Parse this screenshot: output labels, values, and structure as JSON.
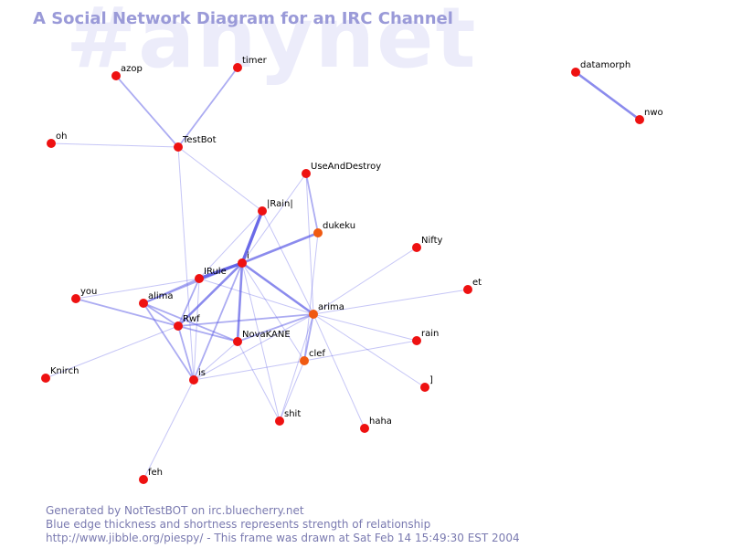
{
  "title": "A Social Network Diagram for an IRC Channel",
  "watermark": "#anynet",
  "footer": {
    "line1": "Generated by NotTestBOT on irc.bluecherry.net",
    "line2": "Blue edge thickness and shortness represents strength of relationship",
    "line3": "http://www.jibble.org/piespy/ - This frame was drawn at Sat Feb 14 15:49:30 EST 2004"
  },
  "colors": {
    "background": "#ffffff",
    "title": "#9a9ad8",
    "watermark": "#ececfa",
    "footer": "#7a7ab0",
    "edge": "#5a5ae6",
    "node": "#ee1111",
    "node_active": "#f05a12"
  },
  "nodes": [
    {
      "id": "azop",
      "label": "azop"
    },
    {
      "id": "timer",
      "label": "timer"
    },
    {
      "id": "oh",
      "label": "oh"
    },
    {
      "id": "TestBot",
      "label": "TestBot"
    },
    {
      "id": "datamorph",
      "label": "datamorph"
    },
    {
      "id": "nwo",
      "label": "nwo"
    },
    {
      "id": "UseAndDestroy",
      "label": "UseAndDestroy"
    },
    {
      "id": "Rain",
      "label": "|Rain|"
    },
    {
      "id": "dukeku",
      "label": "dukeku",
      "active": true
    },
    {
      "id": "Nifty",
      "label": "Nifty"
    },
    {
      "id": "i",
      "label": "i"
    },
    {
      "id": "IRule",
      "label": "IRule"
    },
    {
      "id": "you",
      "label": "you"
    },
    {
      "id": "alima",
      "label": "alima"
    },
    {
      "id": "et",
      "label": "et"
    },
    {
      "id": "arima",
      "label": "arima",
      "active": true
    },
    {
      "id": "Rwf",
      "label": "Rwf"
    },
    {
      "id": "NovaKANE",
      "label": "NovaKANE"
    },
    {
      "id": "rain",
      "label": "rain"
    },
    {
      "id": "clef",
      "label": "clef",
      "active": true
    },
    {
      "id": "Knirch",
      "label": "Knirch"
    },
    {
      "id": "is",
      "label": "is"
    },
    {
      "id": "bracket",
      "label": "]"
    },
    {
      "id": "shit",
      "label": "shit"
    },
    {
      "id": "haha",
      "label": "haha"
    },
    {
      "id": "feh",
      "label": "feh"
    }
  ],
  "edges": [
    {
      "from": "azop",
      "to": "TestBot",
      "strength": 2
    },
    {
      "from": "timer",
      "to": "TestBot",
      "strength": 2
    },
    {
      "from": "oh",
      "to": "TestBot",
      "strength": 1
    },
    {
      "from": "TestBot",
      "to": "Rain",
      "strength": 1
    },
    {
      "from": "TestBot",
      "to": "is",
      "strength": 1
    },
    {
      "from": "datamorph",
      "to": "nwo",
      "strength": 3
    },
    {
      "from": "UseAndDestroy",
      "to": "dukeku",
      "strength": 2
    },
    {
      "from": "UseAndDestroy",
      "to": "i",
      "strength": 1
    },
    {
      "from": "UseAndDestroy",
      "to": "arima",
      "strength": 1
    },
    {
      "from": "Rain",
      "to": "i",
      "strength": 4
    },
    {
      "from": "Rain",
      "to": "IRule",
      "strength": 1
    },
    {
      "from": "Rain",
      "to": "arima",
      "strength": 1
    },
    {
      "from": "dukeku",
      "to": "i",
      "strength": 3
    },
    {
      "from": "dukeku",
      "to": "clef",
      "strength": 1
    },
    {
      "from": "i",
      "to": "IRule",
      "strength": 4
    },
    {
      "from": "i",
      "to": "alima",
      "strength": 2
    },
    {
      "from": "i",
      "to": "Rwf",
      "strength": 3
    },
    {
      "from": "i",
      "to": "NovaKANE",
      "strength": 3
    },
    {
      "from": "i",
      "to": "arima",
      "strength": 3
    },
    {
      "from": "i",
      "to": "is",
      "strength": 2
    },
    {
      "from": "i",
      "to": "clef",
      "strength": 1
    },
    {
      "from": "i",
      "to": "shit",
      "strength": 1
    },
    {
      "from": "IRule",
      "to": "you",
      "strength": 1
    },
    {
      "from": "IRule",
      "to": "alima",
      "strength": 2
    },
    {
      "from": "IRule",
      "to": "Rwf",
      "strength": 2
    },
    {
      "from": "IRule",
      "to": "arima",
      "strength": 1
    },
    {
      "from": "IRule",
      "to": "is",
      "strength": 1
    },
    {
      "from": "you",
      "to": "Rwf",
      "strength": 2
    },
    {
      "from": "alima",
      "to": "Rwf",
      "strength": 2
    },
    {
      "from": "alima",
      "to": "is",
      "strength": 2
    },
    {
      "from": "alima",
      "to": "NovaKANE",
      "strength": 2
    },
    {
      "from": "Rwf",
      "to": "NovaKANE",
      "strength": 2
    },
    {
      "from": "Rwf",
      "to": "arima",
      "strength": 2
    },
    {
      "from": "Rwf",
      "to": "is",
      "strength": 2
    },
    {
      "from": "Rwf",
      "to": "Knirch",
      "strength": 1
    },
    {
      "from": "NovaKANE",
      "to": "arima",
      "strength": 2
    },
    {
      "from": "NovaKANE",
      "to": "is",
      "strength": 1
    },
    {
      "from": "NovaKANE",
      "to": "shit",
      "strength": 1
    },
    {
      "from": "arima",
      "to": "Nifty",
      "strength": 1
    },
    {
      "from": "arima",
      "to": "et",
      "strength": 1
    },
    {
      "from": "arima",
      "to": "rain",
      "strength": 1
    },
    {
      "from": "arima",
      "to": "bracket",
      "strength": 1
    },
    {
      "from": "arima",
      "to": "haha",
      "strength": 1
    },
    {
      "from": "arima",
      "to": "clef",
      "strength": 2
    },
    {
      "from": "arima",
      "to": "is",
      "strength": 1
    },
    {
      "from": "arima",
      "to": "shit",
      "strength": 1
    },
    {
      "from": "clef",
      "to": "is",
      "strength": 1
    },
    {
      "from": "clef",
      "to": "rain",
      "strength": 1
    },
    {
      "from": "clef",
      "to": "shit",
      "strength": 1
    },
    {
      "from": "is",
      "to": "feh",
      "strength": 1
    }
  ]
}
